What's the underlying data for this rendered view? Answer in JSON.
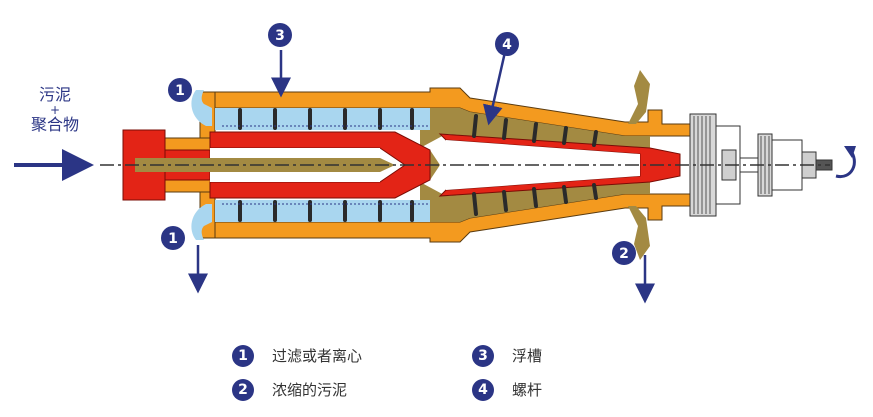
{
  "feed": {
    "line1": "污泥",
    "plus": "+",
    "line2": "聚合物"
  },
  "callouts": [
    "1",
    "1",
    "2",
    "3",
    "4"
  ],
  "legend": [
    {
      "num": "1",
      "text": "过滤或者离心"
    },
    {
      "num": "2",
      "text": "浓缩的污泥"
    },
    {
      "num": "3",
      "text": "浮槽"
    },
    {
      "num": "4",
      "text": "螺杆"
    }
  ],
  "colors": {
    "navy": "#2b3585",
    "housing": "#f39a1f",
    "sludge": "#a38a42",
    "feed_tube": "#e32416",
    "liquid": "#a9d6ef",
    "flight": "#2a2a2a",
    "metal": "#cfcfcf"
  }
}
